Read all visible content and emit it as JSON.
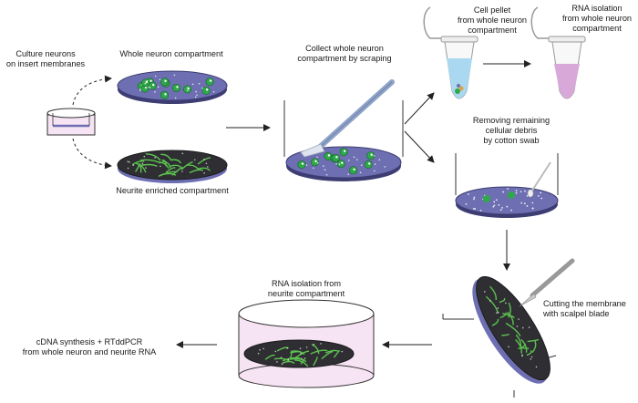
{
  "labels": {
    "culture": "Culture neurons\non insert membranes",
    "whole_compartment": "Whole neuron compartment",
    "neurite_compartment": "Neurite enriched compartment",
    "collect": "Collect whole neuron\ncompartment by scraping",
    "cell_pellet": "Cell pellet\nfrom whole neuron\ncompartment",
    "rna_whole": "RNA isolation\nfrom whole neuron\ncompartment",
    "removing_debris": "Removing remaining\ncellular debris\nby cotton swab",
    "cutting": "Cutting the membrane\nwith scalpel blade",
    "rna_neurite": "RNA isolation from\nneurite compartment",
    "cdna": "cDNA synthesis + RTddPCR\nfrom whole neuron and neurite RNA"
  },
  "colors": {
    "membrane": "#6e6fb2",
    "membrane_edge": "#3d3d73",
    "dark_membrane": "#2f2f33",
    "neuron_green": "#2fa84a",
    "neurite_green": "#5cc24f",
    "tube_blue": "#a9d8f0",
    "tube_pink": "#d8a9d8",
    "medium_pink": "#f6e3f3",
    "scraper": "#8fa3c9"
  }
}
